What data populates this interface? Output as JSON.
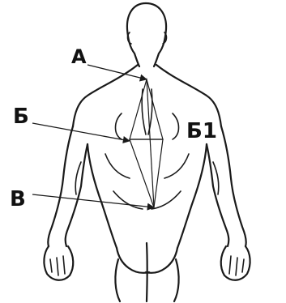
{
  "labels": {
    "a": "А",
    "b": "Б",
    "b1": "Б1",
    "v": "В"
  }
}
